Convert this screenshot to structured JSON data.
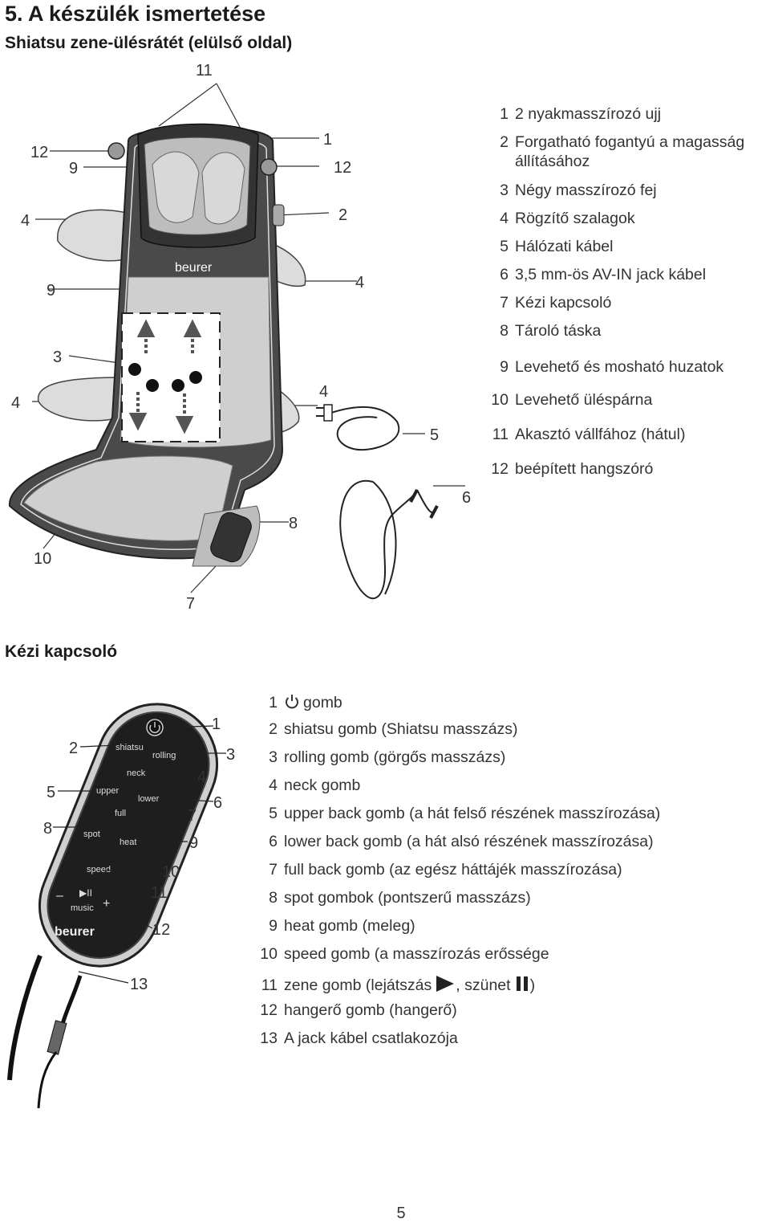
{
  "header": {
    "title": "5. A készülék ismertetése",
    "subtitle": "Shiatsu zene-ülésrátét (elülső oldal)"
  },
  "seat": {
    "brand": "beurer",
    "callouts": [
      "11",
      "12",
      "9",
      "4",
      "9",
      "3",
      "4",
      "1",
      "12",
      "2",
      "4",
      "4",
      "5",
      "6",
      "8",
      "10",
      "7"
    ],
    "legend": [
      {
        "num": "1",
        "text": "2 nyakmasszírozó ujj"
      },
      {
        "num": "2",
        "text": "Forgatható fogantyú a magasság"
      },
      {
        "num": "",
        "text": "állításához"
      },
      {
        "num": "3",
        "text": "Négy masszírozó fej"
      },
      {
        "num": "4",
        "text": "Rögzítő szalagok"
      },
      {
        "num": "5",
        "text": "Hálózati kábel"
      },
      {
        "num": "6",
        "text": "3,5 mm-ös AV-IN jack kábel"
      },
      {
        "num": "7",
        "text": "Kézi kapcsoló"
      },
      {
        "num": "8",
        "text": "Tároló táska"
      },
      {
        "num": "9",
        "text": "Levehető és mosható huzatok"
      },
      {
        "num": "10",
        "text": "Levehető üléspárna"
      },
      {
        "num": "11",
        "text": "Akasztó vállfához (hátul)"
      },
      {
        "num": "12",
        "text": "beépített hangszóró"
      }
    ]
  },
  "remote": {
    "section_title": "Kézi kapcsoló",
    "brand": "beurer",
    "buttons": {
      "shiatsu": "shiatsu",
      "rolling": "rolling",
      "neck": "neck",
      "upper": "upper",
      "lower": "lower",
      "full": "full",
      "spot": "spot",
      "heat": "heat",
      "speed": "speed",
      "music": "music",
      "minus": "–",
      "plus": "+",
      "play": "▶II"
    },
    "callouts": [
      "1",
      "2",
      "3",
      "4",
      "5",
      "6",
      "7",
      "8",
      "9",
      "10",
      "11",
      "12",
      "13"
    ],
    "legend": [
      {
        "num": "1",
        "text": "gomb"
      },
      {
        "num": "2",
        "text": "shiatsu gomb (Shiatsu masszázs)"
      },
      {
        "num": "3",
        "text": "rolling gomb (görgős masszázs)"
      },
      {
        "num": "4",
        "text": "neck gomb"
      },
      {
        "num": "5",
        "text": "upper back gomb (a hát felső részének masszírozása)"
      },
      {
        "num": "6",
        "text": "lower back gomb (a hát alsó részének masszírozása)"
      },
      {
        "num": "7",
        "text": "full back gomb (az egész háttájék masszírozása)"
      },
      {
        "num": "8",
        "text": "spot gombok (pontszerű masszázs)"
      },
      {
        "num": "9",
        "text": "heat gomb (meleg)"
      },
      {
        "num": "10",
        "text": "speed gomb (a masszírozás erőssége"
      },
      {
        "num": "11",
        "text": "zene gomb (lejátszás"
      },
      {
        "num": "12",
        "text": "hangerő gomb (hangerő)"
      },
      {
        "num": "13",
        "text": "A jack kábel csatlakozója"
      }
    ],
    "legend11_mid": ", szünet",
    "legend11_end": ")"
  },
  "page_number": "5"
}
